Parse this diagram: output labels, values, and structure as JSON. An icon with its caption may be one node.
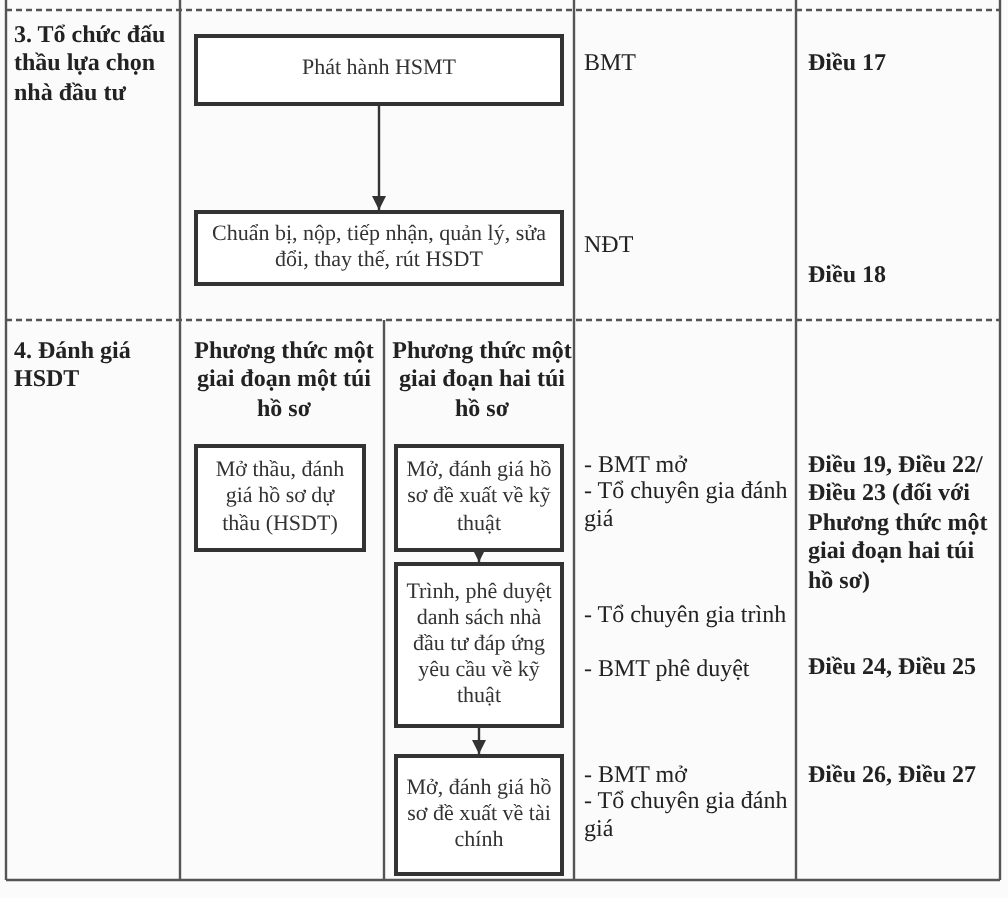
{
  "diagram": {
    "nodes": [
      {
        "text": [
          "Phát hành HSMT"
        ]
      },
      {
        "text": [
          "Chuẩn bị, nộp, tiếp nhận, quản lý, sửa đổi, thay thế, rút HSDT"
        ]
      },
      {
        "text": [
          "Mở thầu, đánh giá hồ sơ dự thầu (HSDT)"
        ]
      },
      {
        "text": [
          "Mở, đánh giá hồ sơ đề xuất về kỹ thuật"
        ]
      },
      {
        "text": [
          "Trình, phê duyệt danh sách nhà đầu tư đáp ứng yêu cầu về kỹ thuật"
        ]
      },
      {
        "text": [
          "Mở, đánh giá hồ sơ đề xuất về tài chính"
        ]
      }
    ],
    "edges": [
      {
        "from": 0,
        "to": 1,
        "arrow": "to"
      },
      {
        "from": 3,
        "to": 4,
        "arrow": "to"
      },
      {
        "from": 4,
        "to": 5,
        "arrow": "to"
      }
    ],
    "labels": [
      "3. Tổ chức đấu thầu lựa chọn nhà đầu tư",
      "BMT",
      "Điều 17",
      "NĐT",
      "Điều 18",
      "4. Đánh giá HSDT",
      "Phương thức một giai đoạn một túi hồ sơ",
      "Phương thức một giai đoạn hai túi hồ sơ",
      "- BMT mở",
      "- Tổ chuyên gia đánh giá",
      "Điều 19, Điều 22/Điều 23 (đối với Phương thức một giai đoạn hai túi hồ sơ)",
      "- Tổ chuyên gia trình",
      "- BMT phê duyệt",
      "Điều 24, Điều 25",
      "- BMT mở",
      "- Tổ chuyên gia đánh giá",
      "Điều 26, Điều 27"
    ]
  }
}
